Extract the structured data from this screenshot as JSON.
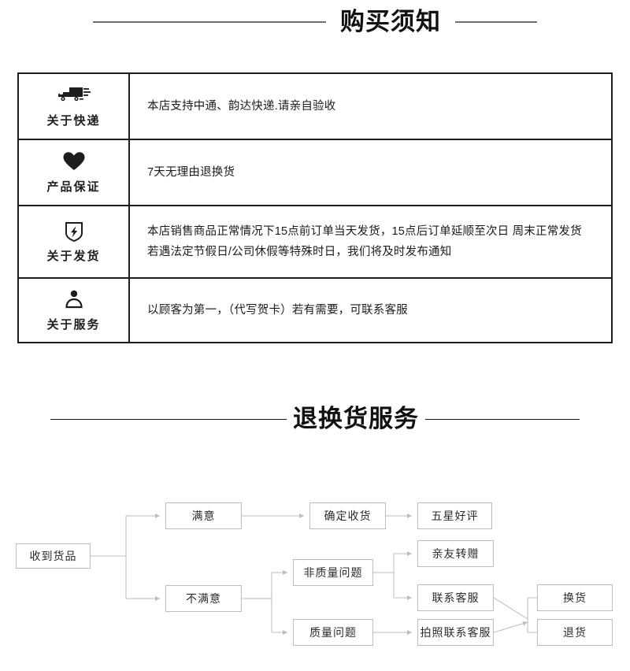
{
  "sections": {
    "purchase": {
      "title": "购买须知"
    },
    "return": {
      "title": "退换货服务"
    }
  },
  "notice_table": {
    "rows": [
      {
        "icon": "delivery-truck-icon",
        "icon_label": "关于快递",
        "lines": [
          "本店支持中通、韵达快递.请亲自验收"
        ]
      },
      {
        "icon": "heart-icon",
        "icon_label": "产品保证",
        "lines": [
          "7天无理由退换货"
        ]
      },
      {
        "icon": "shield-lightning-icon",
        "icon_label": "关于发货",
        "lines": [
          "本店销售商品正常情况下15点前订单当天发货，15点后订单延顺至次日 周末正常发货",
          "若遇法定节假日/公司休假等特殊时日，我们将及时发布通知"
        ]
      },
      {
        "icon": "person-icon",
        "icon_label": "关于服务",
        "lines": [
          "以顾客为第一，（代写贺卡）若有需要，可联系客服"
        ]
      }
    ]
  },
  "flowchart": {
    "nodes": [
      {
        "id": "received",
        "label": "收到货品"
      },
      {
        "id": "satisfied",
        "label": "满意"
      },
      {
        "id": "confirm",
        "label": "确定收货"
      },
      {
        "id": "five-star",
        "label": "五星好评"
      },
      {
        "id": "unsatisfied",
        "label": "不满意"
      },
      {
        "id": "non-quality",
        "label": "非质量问题"
      },
      {
        "id": "quality",
        "label": "质量问题"
      },
      {
        "id": "gift",
        "label": "亲友转赠"
      },
      {
        "id": "contact",
        "label": "联系客服"
      },
      {
        "id": "photo-contact",
        "label": "拍照联系客服"
      },
      {
        "id": "exchange",
        "label": "换货"
      },
      {
        "id": "refund",
        "label": "退货"
      }
    ]
  },
  "colors": {
    "table_border": "#1d1d1d",
    "rule_gray": "#6f6f6f",
    "rule_black": "#111111",
    "node_border": "#b9bcc0",
    "connector": "#b9bcc0",
    "text": "#1a1a1a"
  }
}
